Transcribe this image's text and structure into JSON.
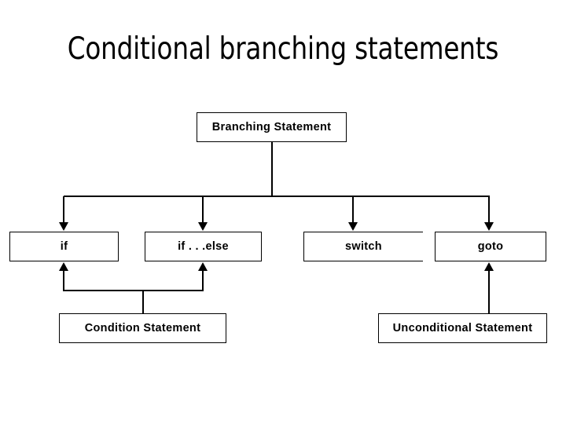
{
  "slide": {
    "title": "Conditional branching statements",
    "background_color": "#ffffff",
    "line_color": "#000000",
    "text_color": "#000000"
  },
  "diagram": {
    "type": "tree",
    "orientation": "top-down",
    "root": {
      "id": "branching-statement",
      "label": "Branching Statement"
    },
    "branches": [
      {
        "id": "if",
        "label": "if"
      },
      {
        "id": "if-else",
        "label": "if . . .else"
      },
      {
        "id": "switch",
        "label": "switch"
      },
      {
        "id": "goto",
        "label": "goto"
      }
    ],
    "categories": [
      {
        "id": "condition-statement",
        "label": "Condition Statement",
        "applies_to": [
          "if",
          "if-else"
        ]
      },
      {
        "id": "unconditional-statement",
        "label": "Unconditional Statement",
        "applies_to": [
          "goto"
        ]
      }
    ],
    "connectors": [
      {
        "from": "branching-statement",
        "to": "if",
        "direction": "down"
      },
      {
        "from": "branching-statement",
        "to": "if-else",
        "direction": "down"
      },
      {
        "from": "branching-statement",
        "to": "switch",
        "direction": "down"
      },
      {
        "from": "branching-statement",
        "to": "goto",
        "direction": "down"
      },
      {
        "from": "condition-statement",
        "to": "if",
        "direction": "up"
      },
      {
        "from": "condition-statement",
        "to": "if-else",
        "direction": "up"
      },
      {
        "from": "unconditional-statement",
        "to": "goto",
        "direction": "up"
      }
    ]
  }
}
